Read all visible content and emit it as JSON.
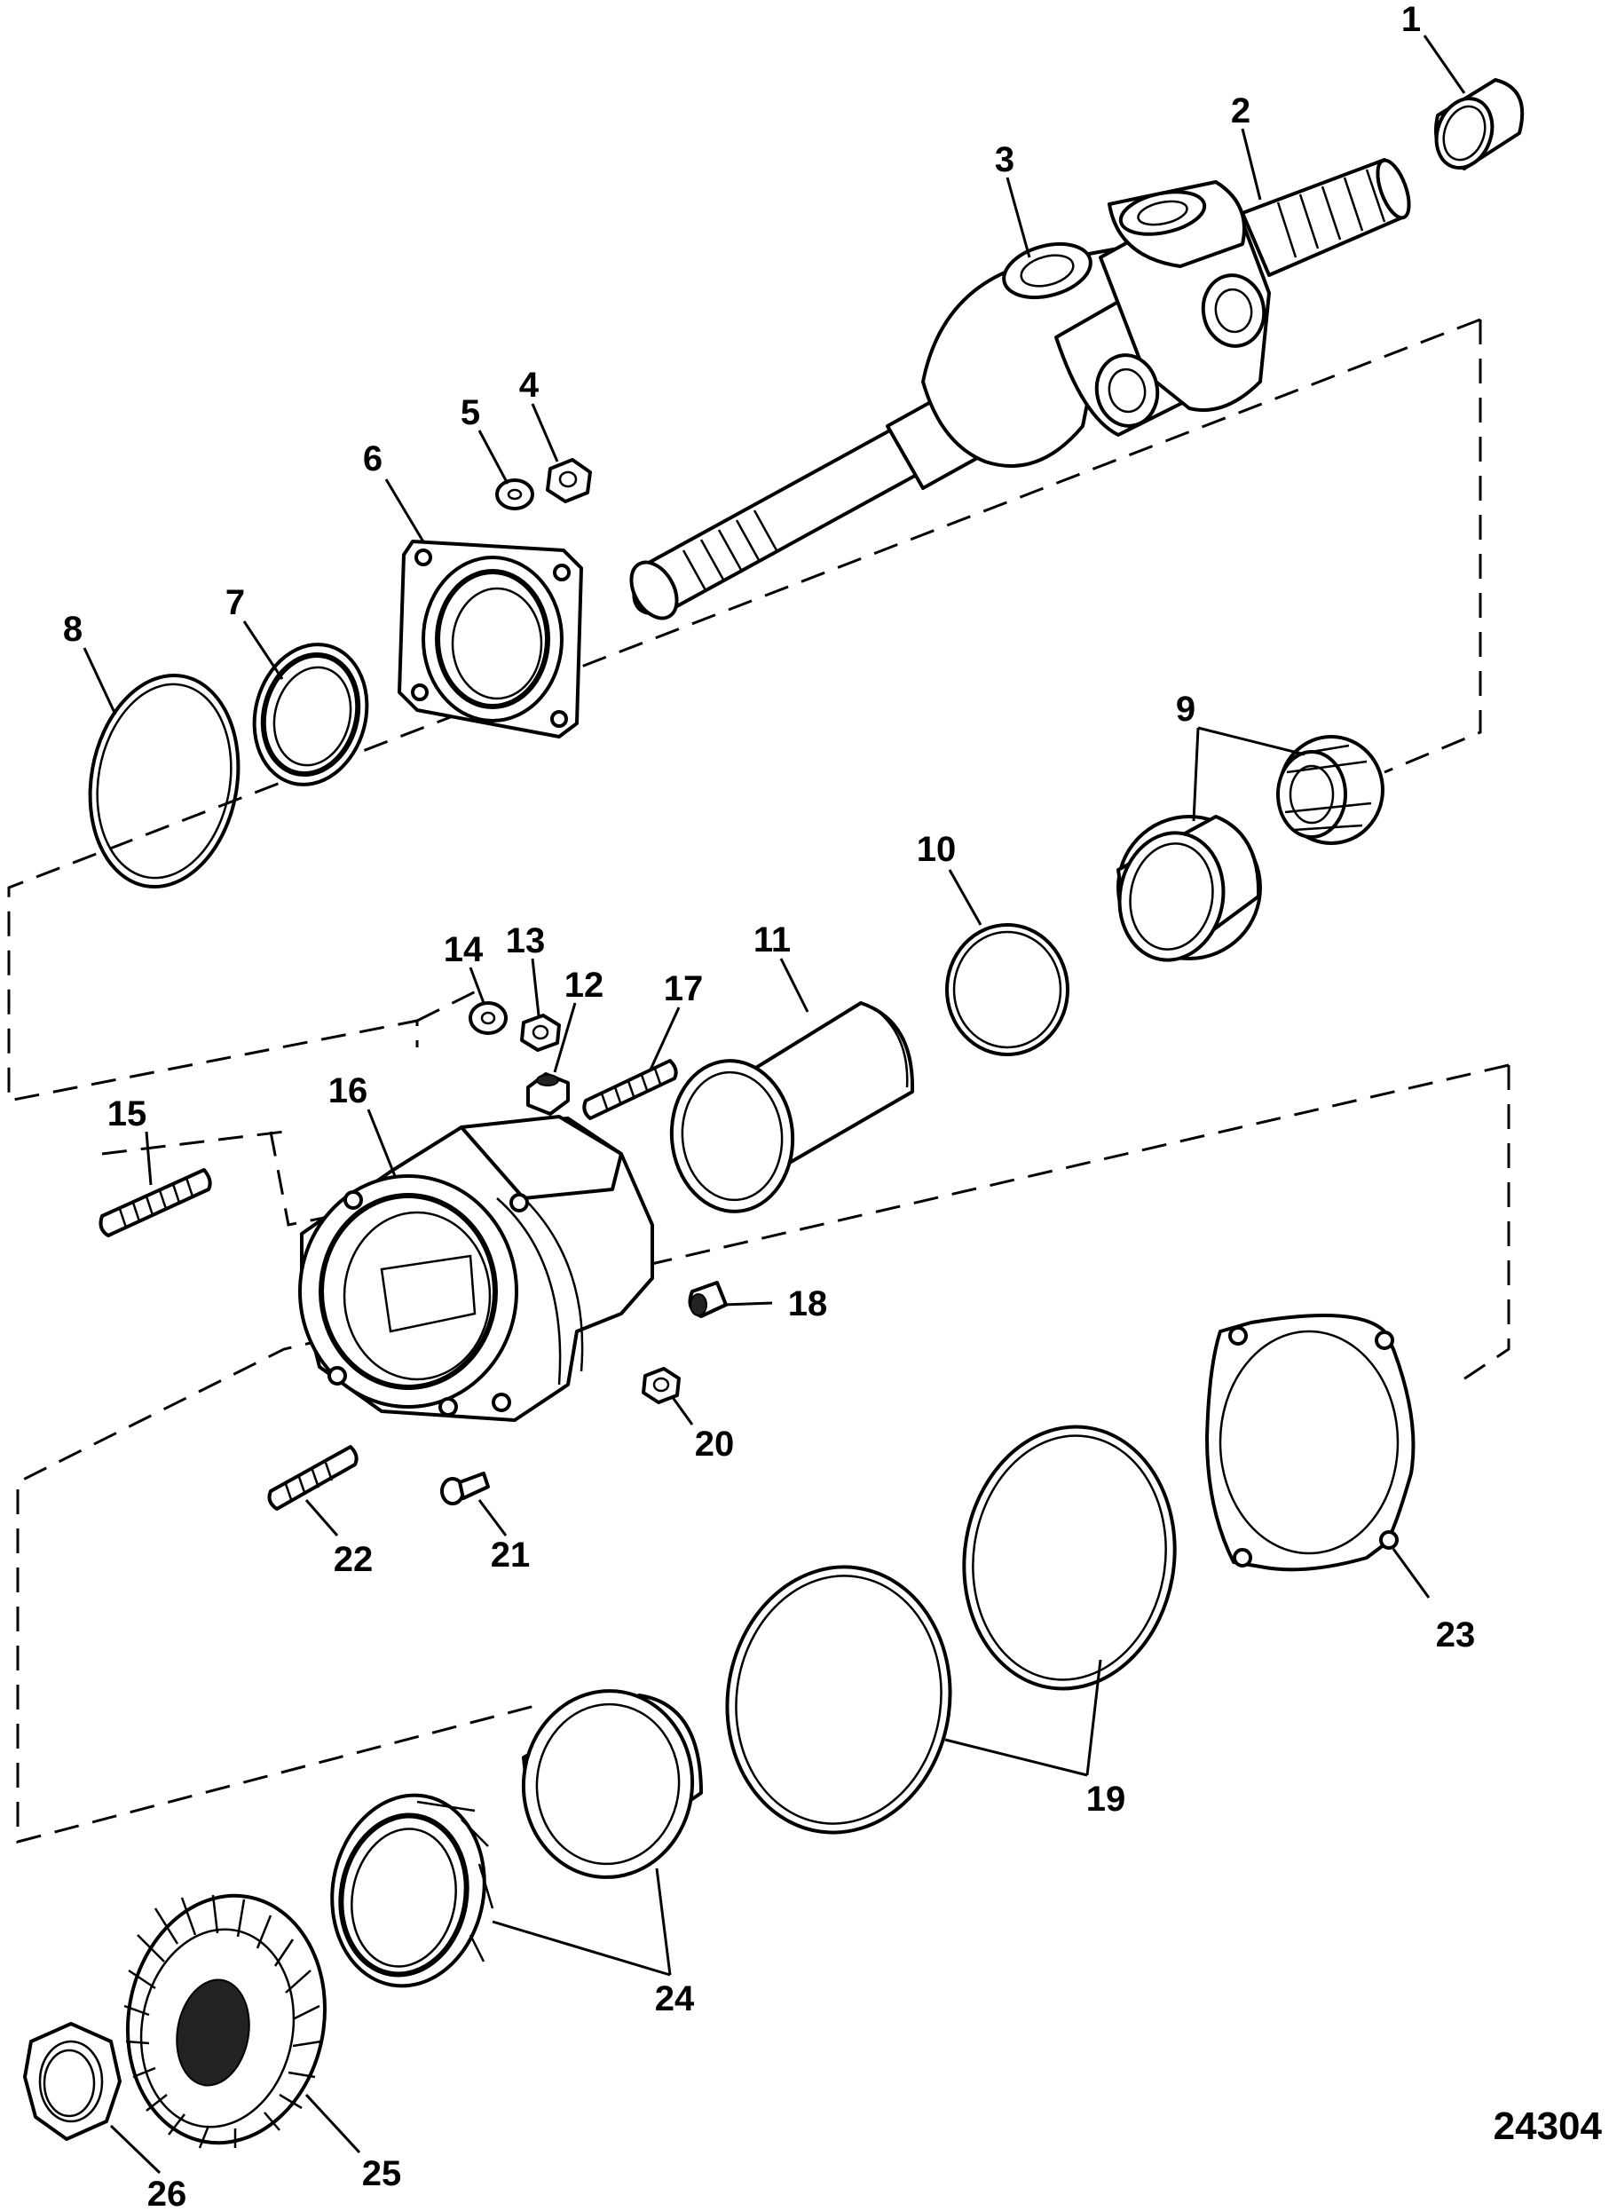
{
  "figure": {
    "figure_number": "24304",
    "callouts": [
      "1",
      "2",
      "3",
      "4",
      "5",
      "6",
      "7",
      "8",
      "9",
      "10",
      "11",
      "12",
      "13",
      "14",
      "15",
      "16",
      "17",
      "18",
      "19",
      "20",
      "21",
      "22",
      "23",
      "24",
      "25",
      "26"
    ]
  }
}
